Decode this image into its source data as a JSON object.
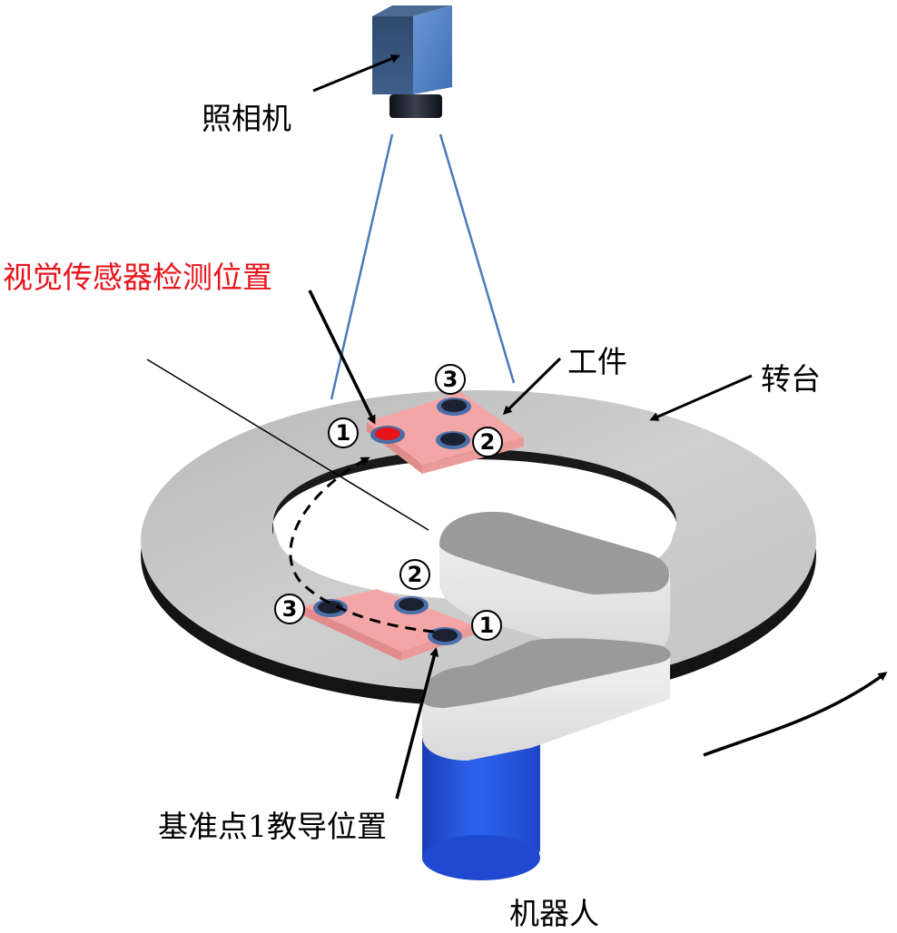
{
  "labels": {
    "camera": "照相机",
    "vision_position": "视觉传感器检测位置",
    "workpiece": "工件",
    "turntable": "转台",
    "teach_position": "基准点1教导位置",
    "robot": "机器人"
  },
  "markers": {
    "top": {
      "p1": "1",
      "p2": "2",
      "p3": "3"
    },
    "bottom": {
      "p1": "1",
      "p2": "2",
      "p3": "3"
    }
  },
  "colors": {
    "vision_label": "#e8141b",
    "camera_body": "#3d5a80",
    "camera_lens": "#222831",
    "fov_line": "#4a7ab8",
    "turntable_top": "#c7c7c7",
    "turntable_edge": "#1a1a1a",
    "workpiece": "#f4a6a6",
    "hole_ring": "#4a6ea8",
    "hole_center": "#1b2130",
    "detected_hole": "#e8141b",
    "robot_base": "#2157e0",
    "robot_arm": "#e8e8e8"
  }
}
